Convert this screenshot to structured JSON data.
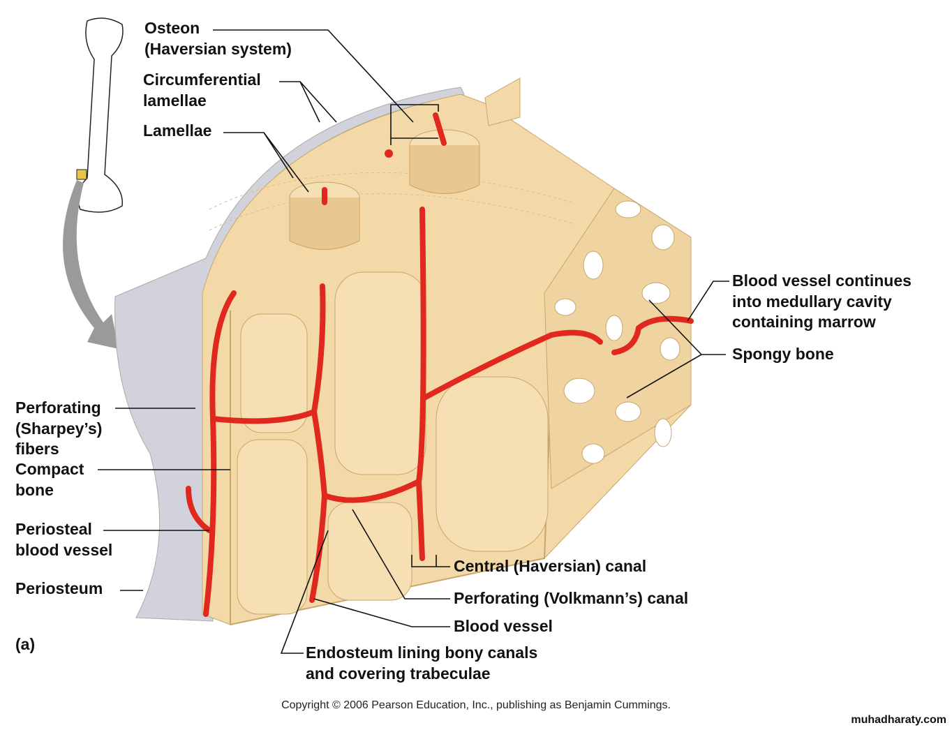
{
  "labels": {
    "osteon": [
      "Osteon",
      "(Haversian system)"
    ],
    "circumferential": [
      "Circumferential",
      "lamellae"
    ],
    "lamellae": "Lamellae",
    "medullary": [
      "Blood vessel continues",
      "into medullary cavity",
      "containing marrow"
    ],
    "spongy": "Spongy bone",
    "sharpey": [
      "Perforating",
      "(Sharpey’s)",
      "fibers"
    ],
    "compact": [
      "Compact",
      "bone"
    ],
    "periosteal": [
      "Periosteal",
      "blood vessel"
    ],
    "periosteum": "Periosteum",
    "panel": "(a)",
    "central_canal": "Central (Haversian) canal",
    "volkmann": "Perforating (Volkmann’s) canal",
    "blood_vessel": "Blood vessel",
    "endosteum": [
      "Endosteum lining bony canals",
      "and covering trabeculae"
    ]
  },
  "copyright": "Copyright © 2006 Pearson Education, Inc., publishing as Benjamin Cummings.",
  "watermark": "muhadharaty.com",
  "colors": {
    "bone": "#f3d9a8",
    "bone_dark": "#e2bd82",
    "vessel": "#e0281e",
    "periosteum": "#cfcfd8",
    "arrow": "#9a9a9a"
  }
}
